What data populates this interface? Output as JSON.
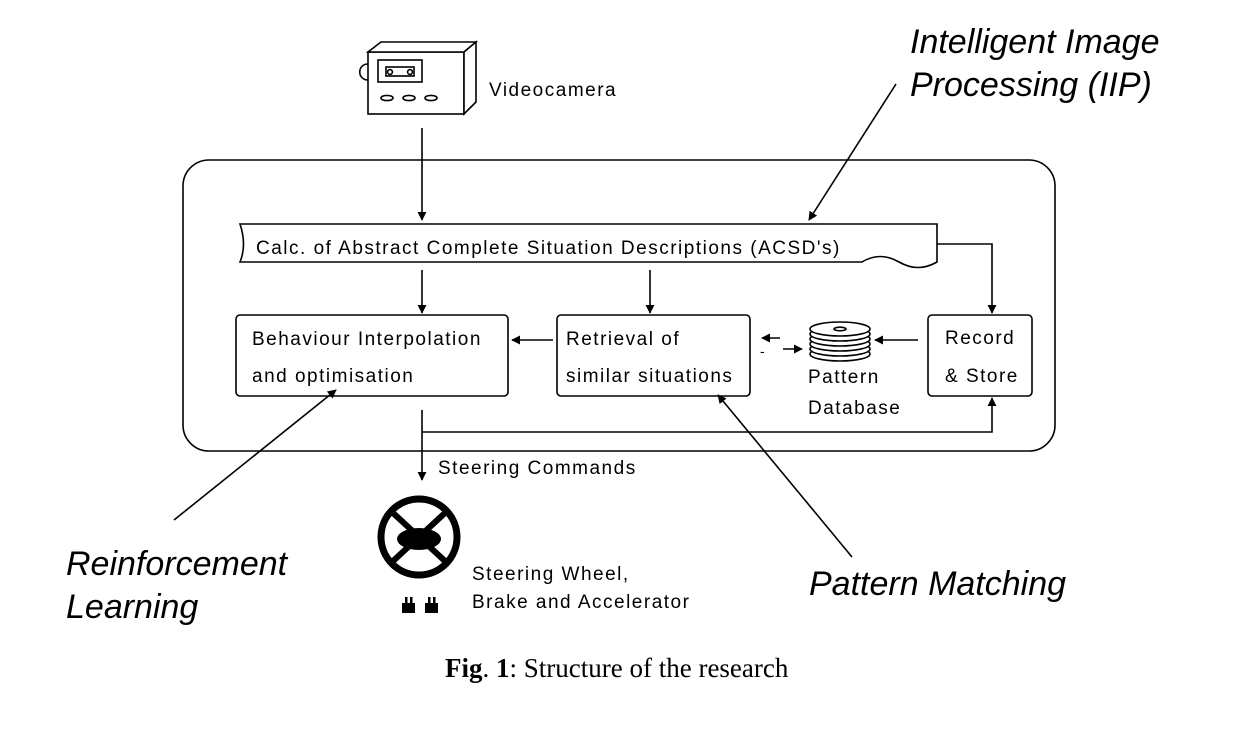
{
  "labels": {
    "videocamera": "Videocamera",
    "acsd": "Calc. of Abstract Complete Situation Descriptions (ACSD's)",
    "behaviour_line1": "Behaviour Interpolation",
    "behaviour_line2": "and optimisation",
    "retrieval_line1": "Retrieval of",
    "retrieval_line2": "similar situations",
    "pattern_db_line1": "Pattern",
    "pattern_db_line2": "Database",
    "record_line1": "Record",
    "record_line2": "& Store",
    "steering_commands": "Steering Commands",
    "wheel_line1": "Steering Wheel,",
    "wheel_line2": "Brake and Accelerator",
    "minus_mark": "-"
  },
  "annotations": {
    "iip_line1": "Intelligent Image",
    "iip_line2": "Processing (IIP)",
    "rl_line1": "Reinforcement",
    "rl_line2": "Learning",
    "pattern_matching": "Pattern Matching"
  },
  "caption": {
    "prefix": "Fig",
    "number": "1",
    "text": ": Structure of the research"
  }
}
